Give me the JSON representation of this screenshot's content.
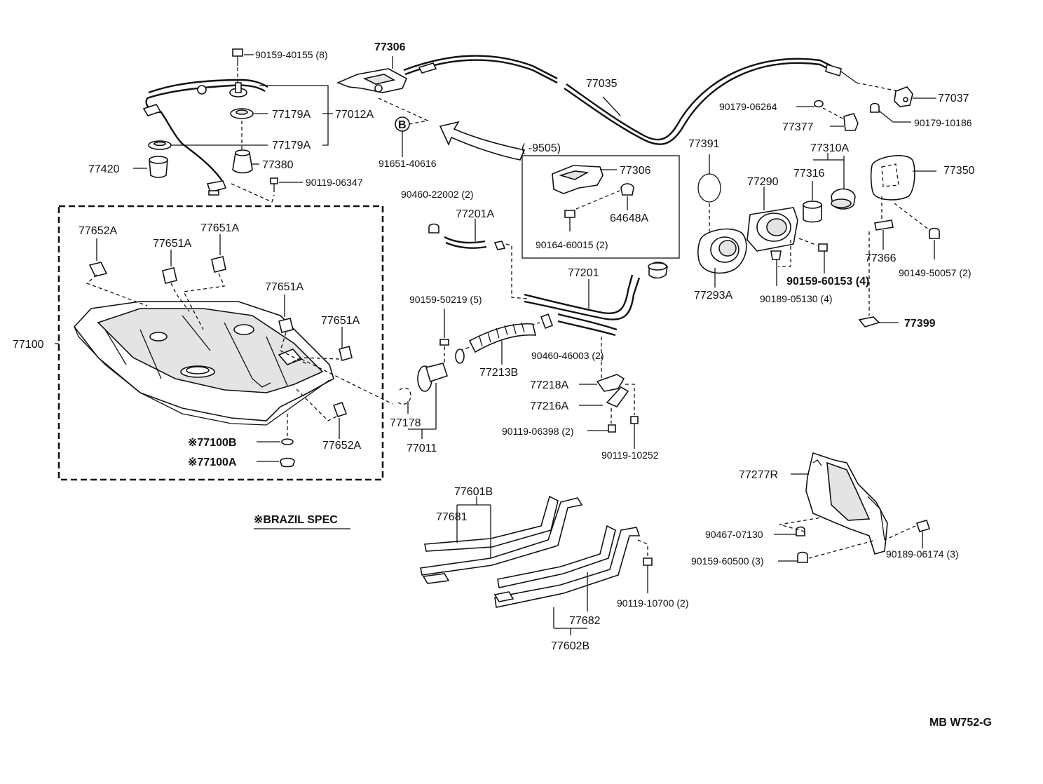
{
  "labels": {
    "l_90159_40155": "90159-40155 (8)",
    "l_77306_top": "77306",
    "l_77035": "77035",
    "l_77037": "77037",
    "l_90179_06264": "90179-06264",
    "l_77377": "77377",
    "l_90179_10186": "90179-10186",
    "l_77179A_1": "77179A",
    "l_77012A": "77012A",
    "l_77179A_2": "77179A",
    "l_77380": "77380",
    "l_77420": "77420",
    "l_90119_06347": "90119-06347",
    "l_b_marker": "B",
    "l_91651_40616": "91651-40616",
    "l_9505": "(      -9505)",
    "l_77306_inset": "77306",
    "l_64648A": "64648A",
    "l_90164_60015": "90164-60015 (2)",
    "l_77391": "77391",
    "l_77310A": "77310A",
    "l_77290": "77290",
    "l_77316": "77316",
    "l_77350": "77350",
    "l_90460_22002": "90460-22002 (2)",
    "l_77201A": "77201A",
    "l_77652A_top": "77652A",
    "l_77651A_1": "77651A",
    "l_77651A_2": "77651A",
    "l_77651A_3": "77651A",
    "l_77651A_4": "77651A",
    "l_77100": "77100",
    "l_77201": "77201",
    "l_77293A": "77293A",
    "l_90159_60153": "90159-60153 (4)",
    "l_90189_05130": "90189-05130 (4)",
    "l_77366": "77366",
    "l_90149_50057": "90149-50057 (2)",
    "l_77399": "77399",
    "l_90159_50219": "90159-50219 (5)",
    "l_90460_46003": "90460-46003 (2)",
    "l_77213B": "77213B",
    "l_77218A": "77218A",
    "l_77216A": "77216A",
    "l_90119_06398": "90119-06398 (2)",
    "l_90119_10252": "90119-10252",
    "l_77178": "77178",
    "l_77011": "77011",
    "l_77100B": "※77100B",
    "l_77100A": "※77100A",
    "l_77652A_bot": "77652A",
    "l_77277R": "77277R",
    "l_90467_07130": "90467-07130",
    "l_90159_60500": "90159-60500 (3)",
    "l_90189_06174": "90189-06174 (3)",
    "l_77601B": "77601B",
    "l_77681": "77681",
    "l_brazil": "※BRAZIL SPEC",
    "l_90119_10700": "90119-10700 (2)",
    "l_77682": "77682",
    "l_77602B": "77602B",
    "l_ref": "MB  W752-G"
  }
}
